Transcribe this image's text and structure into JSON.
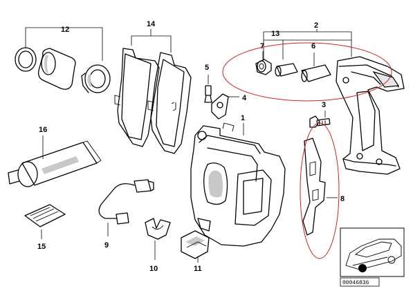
{
  "part_labels": {
    "p1": "1",
    "p2": "2",
    "p3": "3",
    "p4": "4",
    "p5": "5",
    "p6": "6",
    "p7": "7",
    "p8": "8",
    "p9": "9",
    "p10": "10",
    "p11": "11",
    "p12": "12",
    "p13": "13",
    "p14": "14",
    "p15": "15",
    "p16": "16"
  },
  "inset": {
    "code": "00046836"
  },
  "colors": {
    "highlight": "#d02020",
    "line": "#000000",
    "shade": "#c8c8c8",
    "background": "#ffffff"
  }
}
